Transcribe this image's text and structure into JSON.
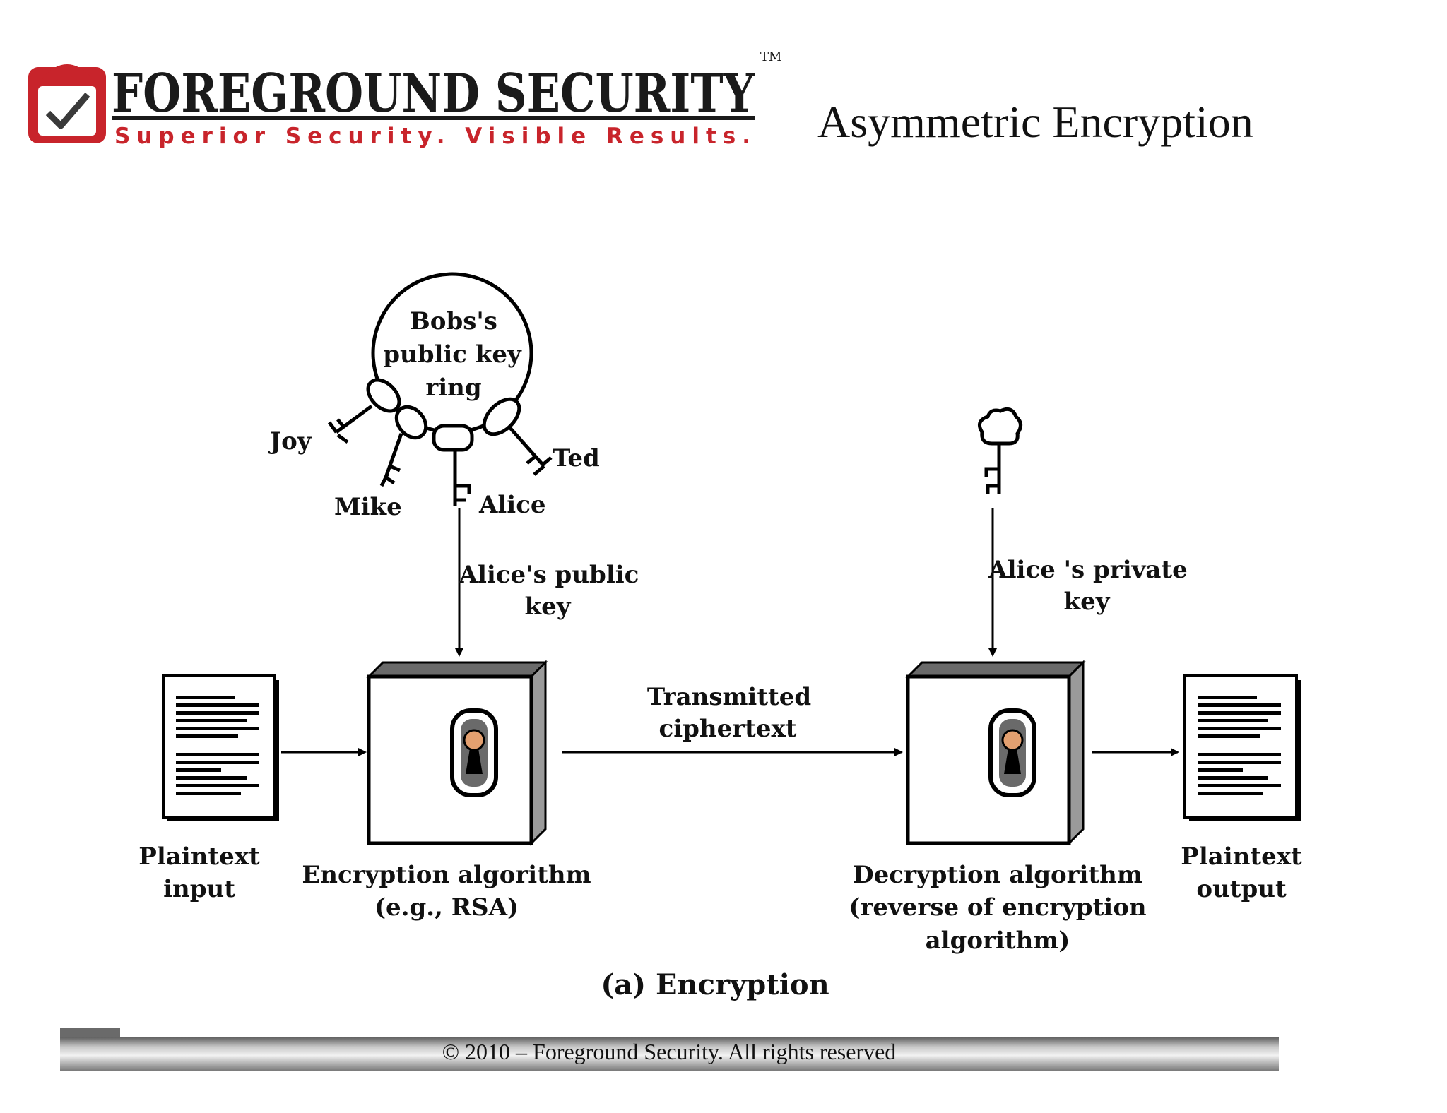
{
  "header": {
    "brand": "FOREGROUND SECURITY",
    "trademark": "TM",
    "tagline": "Superior Security. Visible Results.",
    "title": "Asymmetric Encryption"
  },
  "diagram": {
    "key_ring": [
      "Bobs's",
      "public key",
      "ring"
    ],
    "keys": {
      "joy": "Joy",
      "mike": "Mike",
      "alice": "Alice",
      "ted": "Ted"
    },
    "public_key_label": [
      "Alice's public",
      "key"
    ],
    "private_key_label": [
      "Alice 's private",
      "key"
    ],
    "ciphertext_label": [
      "Transmitted",
      "ciphertext"
    ],
    "plaintext_input": [
      "Plaintext",
      "input"
    ],
    "encryption_algorithm": [
      "Encryption algorithm",
      "(e.g., RSA)"
    ],
    "decryption_algorithm": [
      "Decryption algorithm",
      "(reverse of encryption",
      "algorithm)"
    ],
    "plaintext_output": [
      "Plaintext",
      "output"
    ],
    "caption": "(a) Encryption"
  },
  "footer": {
    "copyright": "© 2010 – Foreground Security. All rights reserved"
  },
  "colors": {
    "brand_red": "#c8242b",
    "brand_dark": "#1a1a1a",
    "footer_bar": "#8a8a8a"
  }
}
